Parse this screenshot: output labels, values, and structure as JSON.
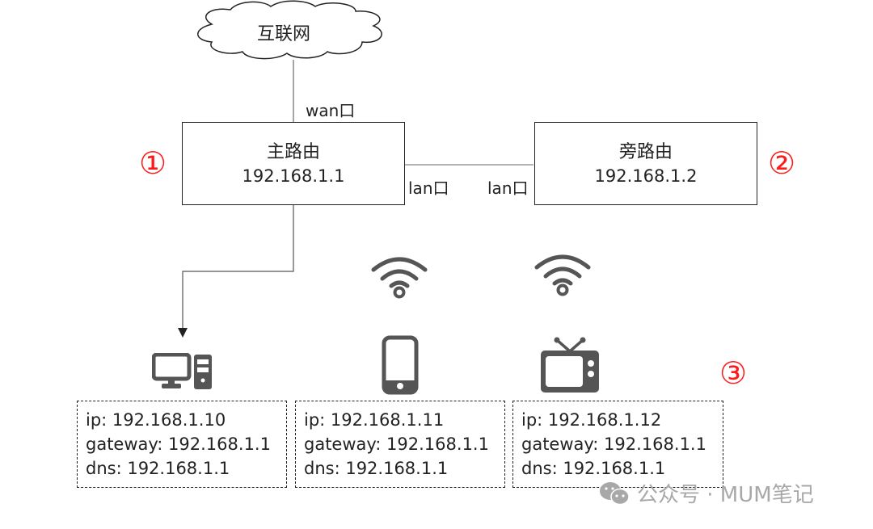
{
  "internet": {
    "label": "互联网"
  },
  "ports": {
    "wan": "wan口",
    "lan_main": "lan口",
    "lan_side": "lan口"
  },
  "main_router": {
    "name": "主路由",
    "ip": "192.168.1.1",
    "marker": "①"
  },
  "side_router": {
    "name": "旁路由",
    "ip": "192.168.1.2",
    "marker": "②"
  },
  "clients_marker": "③",
  "devices": [
    {
      "type": "desktop-computer",
      "connection": "wired",
      "lines": [
        "ip: 192.168.1.10",
        "gateway: 192.168.1.1",
        "dns: 192.168.1.1"
      ]
    },
    {
      "type": "smartphone",
      "connection": "wifi",
      "lines": [
        "ip: 192.168.1.11",
        "gateway: 192.168.1.1",
        "dns: 192.168.1.1"
      ]
    },
    {
      "type": "television",
      "connection": "wifi",
      "lines": [
        "ip: 192.168.1.12",
        "gateway: 192.168.1.1",
        "dns: 192.168.1.1"
      ]
    }
  ],
  "watermark": {
    "text": "公众号 · MUM笔记"
  },
  "colors": {
    "line": "#222222",
    "icon": "#555555",
    "marker": "#ff1a1a",
    "watermark": "#a8a8a8"
  }
}
